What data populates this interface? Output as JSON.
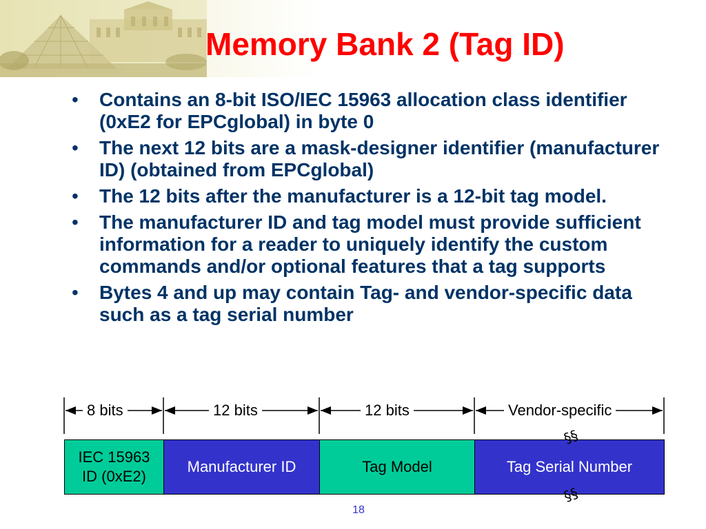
{
  "slide": {
    "title": "Memory Bank 2 (Tag ID)",
    "bullets": [
      "Contains an 8-bit ISO/IEC 15963 allocation class identifier (0xE2 for EPCglobal) in byte 0",
      "The next 12 bits are a mask-designer identifier (manufacturer ID) (obtained from EPCglobal)",
      "The 12 bits after the manufacturer is a 12-bit tag model.",
      "The manufacturer ID and tag model must provide sufficient information for a reader to uniquely identify the custom commands and/or optional features that a tag supports",
      "Bytes 4 and up may contain Tag- and vendor-specific data such as a tag serial number"
    ],
    "bullet_marker": "•",
    "page_number": "18"
  },
  "diagram": {
    "widths": [
      "8 bits",
      "12 bits",
      "12 bits",
      "Vendor-specific"
    ],
    "fields": [
      {
        "label": "IEC 15963 ID (0xE2)",
        "color": "#00cc99"
      },
      {
        "label": "Manufacturer ID",
        "color": "#3333cc"
      },
      {
        "label": "Tag Model",
        "color": "#00cc99"
      },
      {
        "label": "Tag Serial Number",
        "color": "#3333cc"
      }
    ],
    "break_symbol": "§§"
  },
  "colors": {
    "title": "#ff0000",
    "body_text": "#003366",
    "green_field": "#00cc99",
    "blue_field": "#3333cc"
  }
}
